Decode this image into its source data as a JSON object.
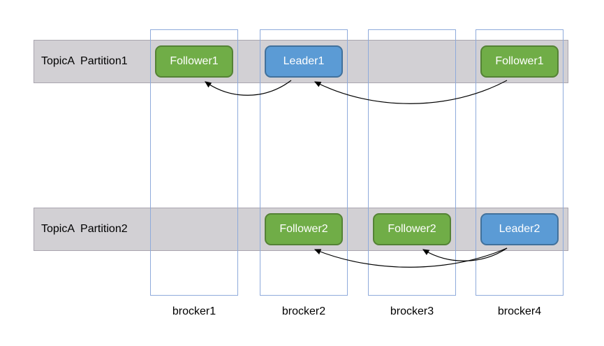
{
  "diagram": {
    "partitions": [
      {
        "label": "TopicA  Partition1"
      },
      {
        "label": "TopicA  Partition2"
      }
    ],
    "brokers": [
      {
        "label": "brocker1"
      },
      {
        "label": "brocker2"
      },
      {
        "label": "brocker3"
      },
      {
        "label": "brocker4"
      }
    ],
    "nodes": [
      {
        "id": "follower1-b1",
        "label": "Follower1",
        "role": "follower",
        "broker": 0,
        "partition": 0
      },
      {
        "id": "leader1",
        "label": "Leader1",
        "role": "leader",
        "broker": 1,
        "partition": 0
      },
      {
        "id": "follower1-b4",
        "label": "Follower1",
        "role": "follower",
        "broker": 3,
        "partition": 0
      },
      {
        "id": "follower2-b2",
        "label": "Follower2",
        "role": "follower",
        "broker": 1,
        "partition": 1
      },
      {
        "id": "follower2-b3",
        "label": "Follower2",
        "role": "follower",
        "broker": 2,
        "partition": 1
      },
      {
        "id": "leader2",
        "label": "Leader2",
        "role": "leader",
        "broker": 3,
        "partition": 1
      }
    ],
    "arrows": [
      {
        "from": "leader1",
        "to": "follower1-b1",
        "dip": 26
      },
      {
        "from": "follower1-b4",
        "to": "leader1",
        "dip": 42
      },
      {
        "from": "leader2",
        "to": "follower2-b2",
        "dip": 34
      },
      {
        "from": "leader2",
        "to": "follower2-b3",
        "dip": 22
      }
    ],
    "colors": {
      "follower_fill": "#70ad47",
      "follower_border": "#548235",
      "leader_fill": "#5b9bd5",
      "leader_border": "#41719c",
      "band_fill": "#d2d0d4",
      "band_border": "#a9a5af",
      "broker_border": "#8eaadb",
      "arrow": "#000000"
    }
  }
}
